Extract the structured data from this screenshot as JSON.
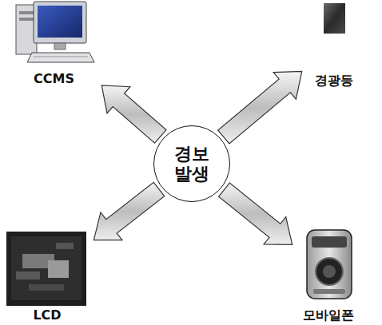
{
  "diagram": {
    "nodes": [
      {
        "text": [
          "CCMS"
        ]
      },
      {
        "text": [
          "경광등"
        ]
      },
      {
        "text": [
          "경보 발생"
        ]
      },
      {
        "text": [
          "LCD"
        ]
      },
      {
        "text": [
          "모바일폰"
        ]
      }
    ],
    "edges": [
      {
        "from": 2,
        "to": 0,
        "arrow": "to"
      },
      {
        "from": 2,
        "to": 1,
        "arrow": "to"
      },
      {
        "from": 2,
        "to": 3,
        "arrow": "to"
      },
      {
        "from": 2,
        "to": 4,
        "arrow": "to"
      }
    ]
  }
}
